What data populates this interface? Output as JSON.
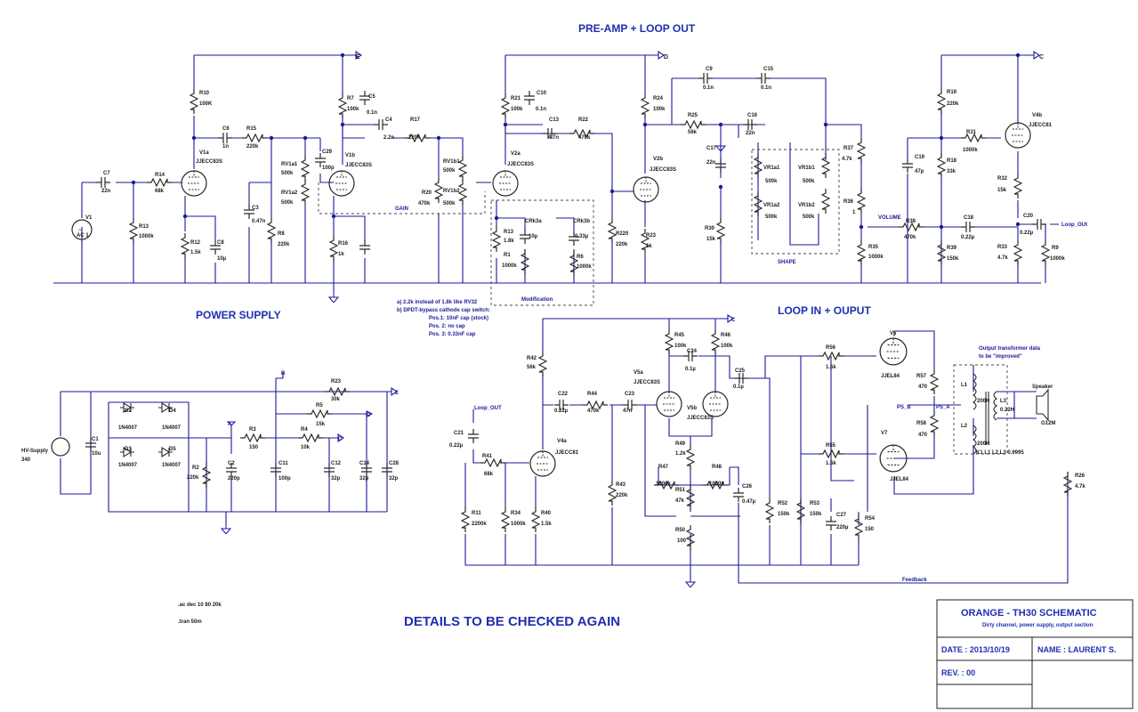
{
  "sections": {
    "preamp": "PRE-AMP + LOOP OUT",
    "power_supply": "POWER SUPPLY",
    "loop_in": "LOOP IN + OUPUT",
    "details": "DETAILS TO BE CHECKED AGAIN",
    "gain": "GAIN",
    "shape": "SHAPE",
    "volume": "VOLUME",
    "modification": "Modification",
    "feedback": "Feedback"
  },
  "notes": {
    "mod_a": "a) 2.2k instead of 1.8k like RV32",
    "mod_b": "b) DPDT-bypass cathode cap switch:",
    "pos1": "Pos.1: 10nF cap (stock)",
    "pos2": "Pos. 2: no cap",
    "pos3": "Pos. 3: 0.33nF cap",
    "spice1": ".ac dec 10 80 20k",
    "spice2": ".tran 50m",
    "ot_note1": "Output transformer data",
    "ot_note2": "to be \"improved\"",
    "coupling": "K1 L1 L2 L3 0.9995"
  },
  "nets": {
    "B": "B",
    "C": "C",
    "D": "D",
    "E": "E",
    "A": "A",
    "loop_out": "Loop_OUT",
    "loop_out2": "Loop_OUt",
    "ps_a": "PS_A",
    "ps_b": "PS_B"
  },
  "components": [
    {
      "ref": "V1",
      "val": "AC 1"
    },
    {
      "ref": "C7",
      "val": "22n"
    },
    {
      "ref": "R14",
      "val": "68k"
    },
    {
      "ref": "R13",
      "val": "1000k"
    },
    {
      "ref": "R10",
      "val": "100K"
    },
    {
      "ref": "V1a",
      "val": "JJECC83S"
    },
    {
      "ref": "R12",
      "val": "1.5k"
    },
    {
      "ref": "C8",
      "val": "10µ"
    },
    {
      "ref": "C6",
      "val": "1n"
    },
    {
      "ref": "R15",
      "val": "220k"
    },
    {
      "ref": "C3",
      "val": "0.47n"
    },
    {
      "ref": "R8",
      "val": "220k"
    },
    {
      "ref": "RV1a1",
      "val": "500k"
    },
    {
      "ref": "RV1a2",
      "val": "500k"
    },
    {
      "ref": "C29",
      "val": "100p"
    },
    {
      "ref": "R7",
      "val": "100k"
    },
    {
      "ref": "C5",
      "val": "0.1n"
    },
    {
      "ref": "V1b",
      "val": "JJECC83S"
    },
    {
      "ref": "R16",
      "val": "1k"
    },
    {
      "ref": "C4",
      "val": "2.2n"
    },
    {
      "ref": "R17",
      "val": "220k"
    },
    {
      "ref": "R20",
      "val": "470k"
    },
    {
      "ref": "RV1b1",
      "val": "500k"
    },
    {
      "ref": "RV1b2",
      "val": "500k"
    },
    {
      "ref": "R21",
      "val": "100k"
    },
    {
      "ref": "C10",
      "val": "0.1n"
    },
    {
      "ref": "V2a",
      "val": "JJECC83S"
    },
    {
      "ref": "C13",
      "val": "4.7n"
    },
    {
      "ref": "R22",
      "val": "470k"
    },
    {
      "ref": "R13",
      "val": "1.8k"
    },
    {
      "ref": "R1",
      "val": "1000k"
    },
    {
      "ref": "CRk3a",
      "val": "10µ"
    },
    {
      "ref": "CRk3b",
      "val": "0.33µ"
    },
    {
      "ref": "R6",
      "val": "1000k"
    },
    {
      "ref": "R24",
      "val": "100k"
    },
    {
      "ref": "V2b",
      "val": "JJECC83S"
    },
    {
      "ref": "R220",
      "val": "220k"
    },
    {
      "ref": "R23",
      "val": "1k"
    },
    {
      "ref": "R25",
      "val": "56k"
    },
    {
      "ref": "C9",
      "val": "0.1n"
    },
    {
      "ref": "C15",
      "val": "0.1n"
    },
    {
      "ref": "C16",
      "val": "22n"
    },
    {
      "ref": "C17",
      "val": "22n"
    },
    {
      "ref": "R30",
      "val": "15k"
    },
    {
      "ref": "VR1a1",
      "val": "500k"
    },
    {
      "ref": "VR1a2",
      "val": "500k"
    },
    {
      "ref": "VR1b1",
      "val": "500k"
    },
    {
      "ref": "VR1b2",
      "val": "500k"
    },
    {
      "ref": "R37",
      "val": "4.7k"
    },
    {
      "ref": "R36",
      "val": "1"
    },
    {
      "ref": "R35",
      "val": "1000k"
    },
    {
      "ref": "R38",
      "val": "470k"
    },
    {
      "ref": "C18",
      "val": "0.22µ"
    },
    {
      "ref": "R39",
      "val": "150k"
    },
    {
      "ref": "C19",
      "val": "47p"
    },
    {
      "ref": "R19",
      "val": "220k"
    },
    {
      "ref": "R18",
      "val": "33k"
    },
    {
      "ref": "R31",
      "val": "1000k"
    },
    {
      "ref": "V4b",
      "val": "JJECC81"
    },
    {
      "ref": "R32",
      "val": "15k"
    },
    {
      "ref": "R33",
      "val": "4.7k"
    },
    {
      "ref": "C20",
      "val": "0.22µ"
    },
    {
      "ref": "R9",
      "val": "1000k"
    },
    {
      "ref": "HV-Supply",
      "val": "340"
    },
    {
      "ref": "C1",
      "val": "10u"
    },
    {
      "ref": "D2",
      "val": "1N4007"
    },
    {
      "ref": "D4",
      "val": "1N4007"
    },
    {
      "ref": "D3",
      "val": "1N4007"
    },
    {
      "ref": "D5",
      "val": "1N4007"
    },
    {
      "ref": "R2",
      "val": "220k"
    },
    {
      "ref": "C2",
      "val": "220p"
    },
    {
      "ref": "R3",
      "val": "150"
    },
    {
      "ref": "C11",
      "val": "100p"
    },
    {
      "ref": "R4",
      "val": "10k"
    },
    {
      "ref": "R5",
      "val": "15k"
    },
    {
      "ref": "R23",
      "val": "30k"
    },
    {
      "ref": "C12",
      "val": "32p"
    },
    {
      "ref": "C14",
      "val": "32p"
    },
    {
      "ref": "C28",
      "val": "32p"
    },
    {
      "ref": "R42",
      "val": "56k"
    },
    {
      "ref": "C21",
      "val": "0.22µ"
    },
    {
      "ref": "R41",
      "val": "68k"
    },
    {
      "ref": "V4a",
      "val": "JJECC81"
    },
    {
      "ref": "R11",
      "val": "2200k"
    },
    {
      "ref": "R34",
      "val": "1000k"
    },
    {
      "ref": "R40",
      "val": "1.5k"
    },
    {
      "ref": "C22",
      "val": "0.22µ"
    },
    {
      "ref": "R44",
      "val": "470k"
    },
    {
      "ref": "R43",
      "val": "220k"
    },
    {
      "ref": "C23",
      "val": "47n"
    },
    {
      "ref": "V5a",
      "val": "JJECC83S"
    },
    {
      "ref": "V5b",
      "val": "JJECC83S"
    },
    {
      "ref": "R45",
      "val": "100k"
    },
    {
      "ref": "R46",
      "val": "100k"
    },
    {
      "ref": "C24",
      "val": "0.1µ"
    },
    {
      "ref": "C25",
      "val": "0.1µ"
    },
    {
      "ref": "R49",
      "val": "1.2k"
    },
    {
      "ref": "R47",
      "val": "1000k"
    },
    {
      "ref": "R48",
      "val": "1000k"
    },
    {
      "ref": "R51",
      "val": "47k"
    },
    {
      "ref": "C26",
      "val": "0.47µ"
    },
    {
      "ref": "R50",
      "val": "100"
    },
    {
      "ref": "R52",
      "val": "150k"
    },
    {
      "ref": "R53",
      "val": "150k"
    },
    {
      "ref": "R56",
      "val": "1.5k"
    },
    {
      "ref": "R55",
      "val": "1.5k"
    },
    {
      "ref": "V5",
      "val": "JJEL84"
    },
    {
      "ref": "V7",
      "val": "JJEL84"
    },
    {
      "ref": "R57",
      "val": "470"
    },
    {
      "ref": "R58",
      "val": "470"
    },
    {
      "ref": "C27",
      "val": "220µ"
    },
    {
      "ref": "R54",
      "val": "150"
    },
    {
      "ref": "L1",
      "val": "200H"
    },
    {
      "ref": "L2",
      "val": "200H"
    },
    {
      "ref": "L3",
      "val": "0.22H"
    },
    {
      "ref": "Speaker",
      "val": "G12M"
    },
    {
      "ref": "R26",
      "val": "4.7k"
    }
  ],
  "title_block": {
    "title": "ORANGE - TH30 SCHEMATIC",
    "subtitle": "Dirty channel, power supply, output section",
    "date": "DATE : 2013/10/19",
    "name": "NAME : LAURENT S.",
    "rev": "REV. : 00"
  }
}
